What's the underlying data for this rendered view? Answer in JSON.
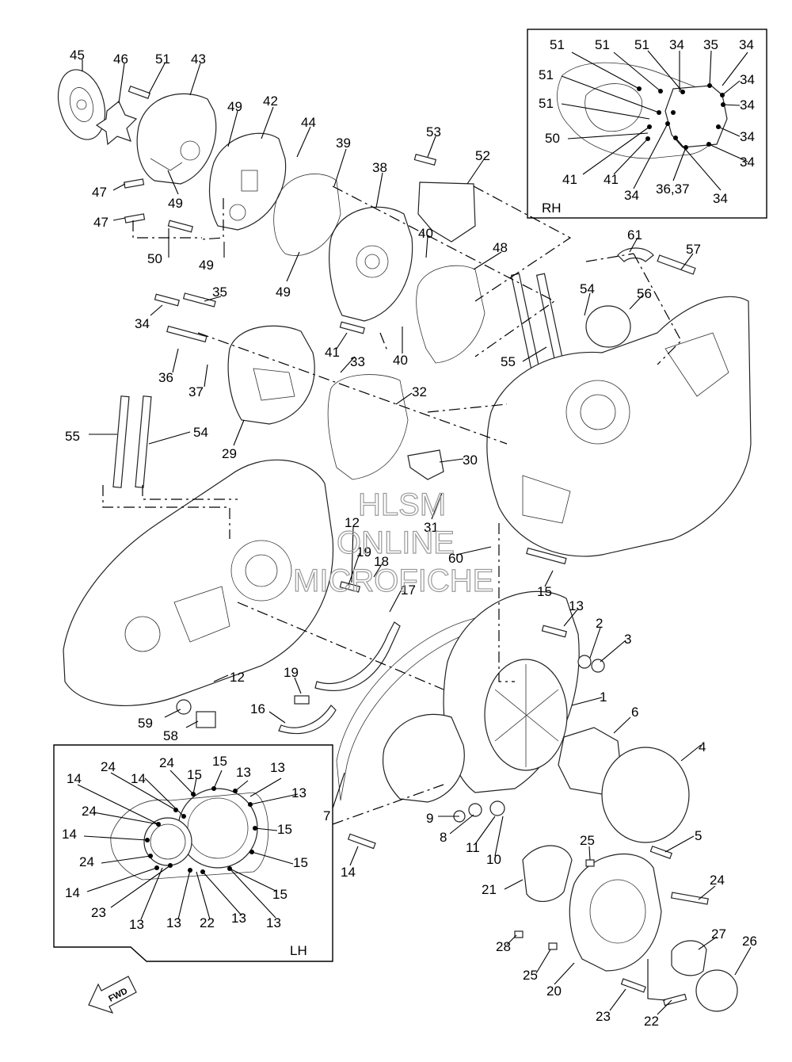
{
  "watermark": {
    "line1": "HLSM",
    "line2": "ONLINE",
    "line3": "MICROFICHE"
  },
  "insets": {
    "rh_label": "RH",
    "lh_label": "LH"
  },
  "fwd_label": "FWD",
  "callouts": [
    {
      "id": "c45",
      "text": "45"
    },
    {
      "id": "c46",
      "text": "46"
    },
    {
      "id": "c51a",
      "text": "51"
    },
    {
      "id": "c43",
      "text": "43"
    },
    {
      "id": "c49a",
      "text": "49"
    },
    {
      "id": "c42",
      "text": "42"
    },
    {
      "id": "c44",
      "text": "44"
    },
    {
      "id": "c39",
      "text": "39"
    },
    {
      "id": "c38",
      "text": "38"
    },
    {
      "id": "c53",
      "text": "53"
    },
    {
      "id": "c52",
      "text": "52"
    },
    {
      "id": "c47a",
      "text": "47"
    },
    {
      "id": "c49b",
      "text": "49"
    },
    {
      "id": "c47b",
      "text": "47"
    },
    {
      "id": "c50",
      "text": "50"
    },
    {
      "id": "c49c",
      "text": "49"
    },
    {
      "id": "c49d",
      "text": "49"
    },
    {
      "id": "c40a",
      "text": "40"
    },
    {
      "id": "c48",
      "text": "48"
    },
    {
      "id": "c61",
      "text": "61"
    },
    {
      "id": "c57",
      "text": "57"
    },
    {
      "id": "c35",
      "text": "35"
    },
    {
      "id": "c34",
      "text": "34"
    },
    {
      "id": "c54a",
      "text": "54"
    },
    {
      "id": "c56",
      "text": "56"
    },
    {
      "id": "c41",
      "text": "41"
    },
    {
      "id": "c33",
      "text": "33"
    },
    {
      "id": "c40b",
      "text": "40"
    },
    {
      "id": "c55a",
      "text": "55"
    },
    {
      "id": "c36",
      "text": "36"
    },
    {
      "id": "c37",
      "text": "37"
    },
    {
      "id": "c32",
      "text": "32"
    },
    {
      "id": "c55b",
      "text": "55"
    },
    {
      "id": "c54b",
      "text": "54"
    },
    {
      "id": "c29",
      "text": "29"
    },
    {
      "id": "c30",
      "text": "30"
    },
    {
      "id": "c12a",
      "text": "12"
    },
    {
      "id": "c31",
      "text": "31"
    },
    {
      "id": "c19a",
      "text": "19"
    },
    {
      "id": "c18",
      "text": "18"
    },
    {
      "id": "c60",
      "text": "60"
    },
    {
      "id": "c17",
      "text": "17"
    },
    {
      "id": "c15",
      "text": "15"
    },
    {
      "id": "c13",
      "text": "13"
    },
    {
      "id": "c2",
      "text": "2"
    },
    {
      "id": "c3",
      "text": "3"
    },
    {
      "id": "c12b",
      "text": "12"
    },
    {
      "id": "c19b",
      "text": "19"
    },
    {
      "id": "c1",
      "text": "1"
    },
    {
      "id": "c16",
      "text": "16"
    },
    {
      "id": "c6",
      "text": "6"
    },
    {
      "id": "c59",
      "text": "59"
    },
    {
      "id": "c58",
      "text": "58"
    },
    {
      "id": "c4",
      "text": "4"
    },
    {
      "id": "c7",
      "text": "7"
    },
    {
      "id": "c9",
      "text": "9"
    },
    {
      "id": "c8",
      "text": "8"
    },
    {
      "id": "c11",
      "text": "11"
    },
    {
      "id": "c5",
      "text": "5"
    },
    {
      "id": "c10",
      "text": "10"
    },
    {
      "id": "c25a",
      "text": "25"
    },
    {
      "id": "c14",
      "text": "14"
    },
    {
      "id": "c24",
      "text": "24"
    },
    {
      "id": "c21",
      "text": "21"
    },
    {
      "id": "c27",
      "text": "27"
    },
    {
      "id": "c26",
      "text": "26"
    },
    {
      "id": "c28",
      "text": "28"
    },
    {
      "id": "c25b",
      "text": "25"
    },
    {
      "id": "c20",
      "text": "20"
    },
    {
      "id": "c23",
      "text": "23"
    },
    {
      "id": "c22",
      "text": "22"
    }
  ],
  "rh_callouts": [
    {
      "id": "r51a",
      "text": "51"
    },
    {
      "id": "r51b",
      "text": "51"
    },
    {
      "id": "r51c",
      "text": "51"
    },
    {
      "id": "r34a",
      "text": "34"
    },
    {
      "id": "r35",
      "text": "35"
    },
    {
      "id": "r34b",
      "text": "34"
    },
    {
      "id": "r51d",
      "text": "51"
    },
    {
      "id": "r34c",
      "text": "34"
    },
    {
      "id": "r51e",
      "text": "51"
    },
    {
      "id": "r34d",
      "text": "34"
    },
    {
      "id": "r50",
      "text": "50"
    },
    {
      "id": "r34e",
      "text": "34"
    },
    {
      "id": "r41a",
      "text": "41"
    },
    {
      "id": "r41b",
      "text": "41"
    },
    {
      "id": "r34f",
      "text": "34"
    },
    {
      "id": "r3637",
      "text": "36,37"
    },
    {
      "id": "r34g",
      "text": "34"
    },
    {
      "id": "r34h",
      "text": "34"
    }
  ],
  "lh_callouts": [
    {
      "id": "l24a",
      "text": "24"
    },
    {
      "id": "l14a",
      "text": "14"
    },
    {
      "id": "l24b",
      "text": "24"
    },
    {
      "id": "l15a",
      "text": "15"
    },
    {
      "id": "l15b",
      "text": "15"
    },
    {
      "id": "l13a",
      "text": "13"
    },
    {
      "id": "l13b",
      "text": "13"
    },
    {
      "id": "l14b",
      "text": "14"
    },
    {
      "id": "l13c",
      "text": "13"
    },
    {
      "id": "l24c",
      "text": "24"
    },
    {
      "id": "l15c",
      "text": "15"
    },
    {
      "id": "l14c",
      "text": "14"
    },
    {
      "id": "l24d",
      "text": "24"
    },
    {
      "id": "l15d",
      "text": "15"
    },
    {
      "id": "l14d",
      "text": "14"
    },
    {
      "id": "l15e",
      "text": "15"
    },
    {
      "id": "l23",
      "text": "23"
    },
    {
      "id": "l13d",
      "text": "13"
    },
    {
      "id": "l13e",
      "text": "13"
    },
    {
      "id": "l22",
      "text": "22"
    },
    {
      "id": "l13f",
      "text": "13"
    },
    {
      "id": "l13g",
      "text": "13"
    }
  ]
}
